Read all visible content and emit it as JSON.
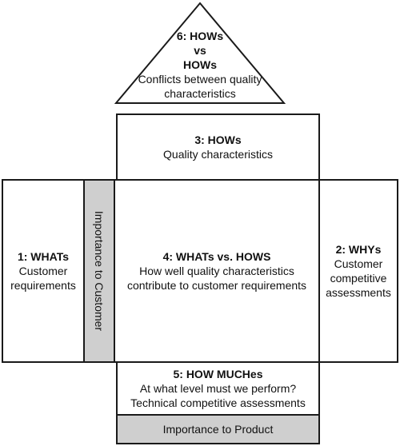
{
  "roof": {
    "title_lines": [
      "6: HOWs",
      "vs",
      "HOWs"
    ],
    "desc_lines": [
      "Conflicts between quality",
      "characteristics"
    ]
  },
  "hows": {
    "title": "3: HOWs",
    "desc": "Quality characteristics"
  },
  "whats": {
    "title": "1: WHATs",
    "desc_lines": [
      "Customer",
      "requirements"
    ]
  },
  "importance_customer": "Importance to Customer",
  "center": {
    "title": "4:  WHATs vs. HOWS",
    "desc_lines": [
      "How well quality characteristics",
      "contribute to customer requirements"
    ]
  },
  "whys": {
    "title": "2: WHYs",
    "desc_lines": [
      "Customer",
      "competitive",
      "assessments"
    ]
  },
  "howmuch": {
    "title": "5: HOW MUCHes",
    "desc_lines": [
      "At what level must we perform?",
      "Technical competitive assessments"
    ]
  },
  "importance_product": "Importance to Product",
  "colors": {
    "line": "#1a1a1a",
    "fill_gray": "#cfcfcf"
  }
}
